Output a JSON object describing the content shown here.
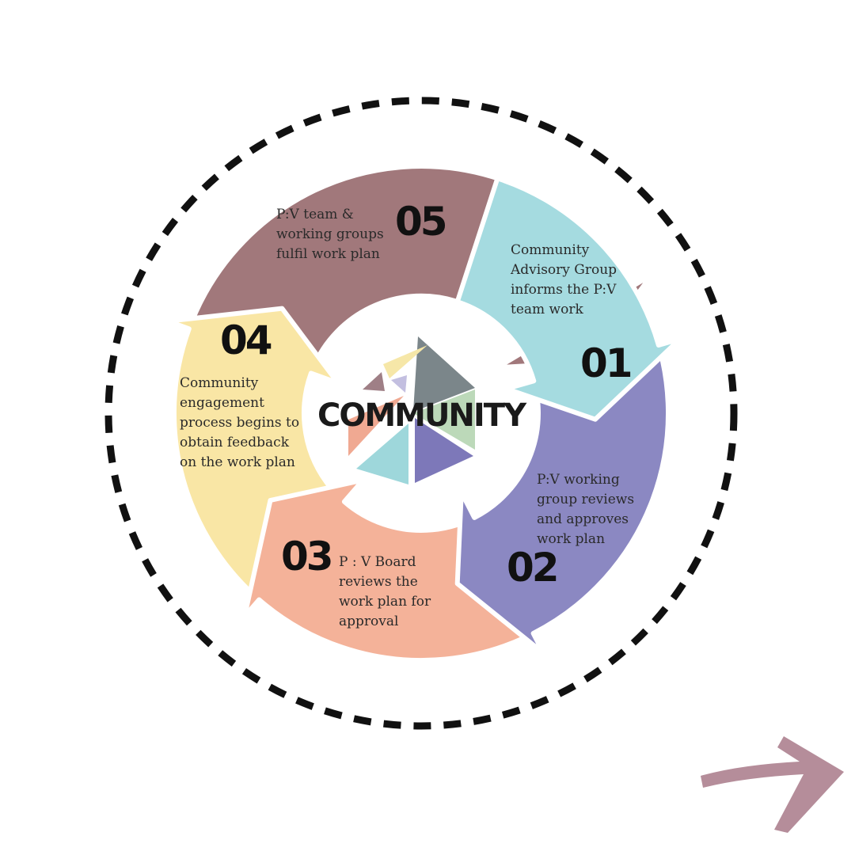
{
  "center": {
    "label": "COMMUNITY"
  },
  "steps": [
    {
      "number": "01",
      "lines": [
        "Community",
        "Advisory Group",
        "informs the P:V",
        "team work"
      ]
    },
    {
      "number": "02",
      "lines": [
        "P:V working",
        "group reviews",
        "and approves",
        "work plan"
      ]
    },
    {
      "number": "03",
      "lines": [
        "P : V Board",
        "reviews the",
        "work plan for",
        "approval"
      ]
    },
    {
      "number": "04",
      "lines": [
        "Community",
        "engagement",
        "process begins to",
        "obtain feedback",
        "on the work plan"
      ]
    },
    {
      "number": "05",
      "lines": [
        "P:V team &",
        "working groups",
        "fulfil work plan"
      ]
    }
  ],
  "colors": {
    "step_01": "#a5dbe0",
    "step_02": "#8b88c2",
    "step_03": "#f4b299",
    "step_04": "#f9e6a5",
    "step_05": "#a1787b",
    "next_arrow": "#b58d9a",
    "dashed_ring": "#111111"
  },
  "icons": {
    "next": "next-arrow-icon",
    "center_logo": "community-logo-icon"
  }
}
